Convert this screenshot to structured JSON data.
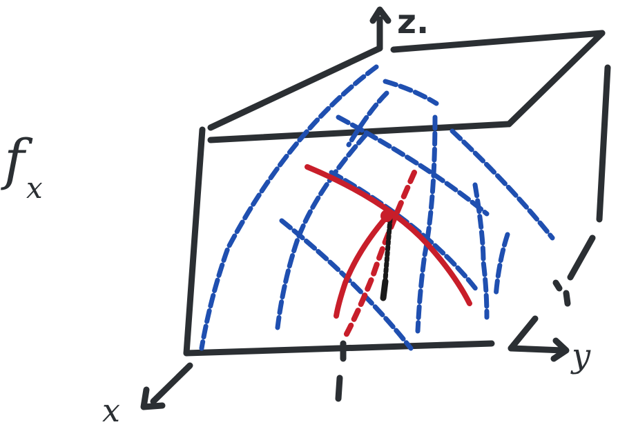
{
  "diagram": {
    "function_label": {
      "letter": "f",
      "subscript": "x"
    },
    "axes": {
      "x": "x",
      "y": "y",
      "z": "z."
    },
    "colors": {
      "frame": "#2b2f33",
      "surface_curves": "#1f4fb0",
      "highlight_curves": "#c81e2a",
      "derivative_segment": "#1a1a1a"
    }
  }
}
